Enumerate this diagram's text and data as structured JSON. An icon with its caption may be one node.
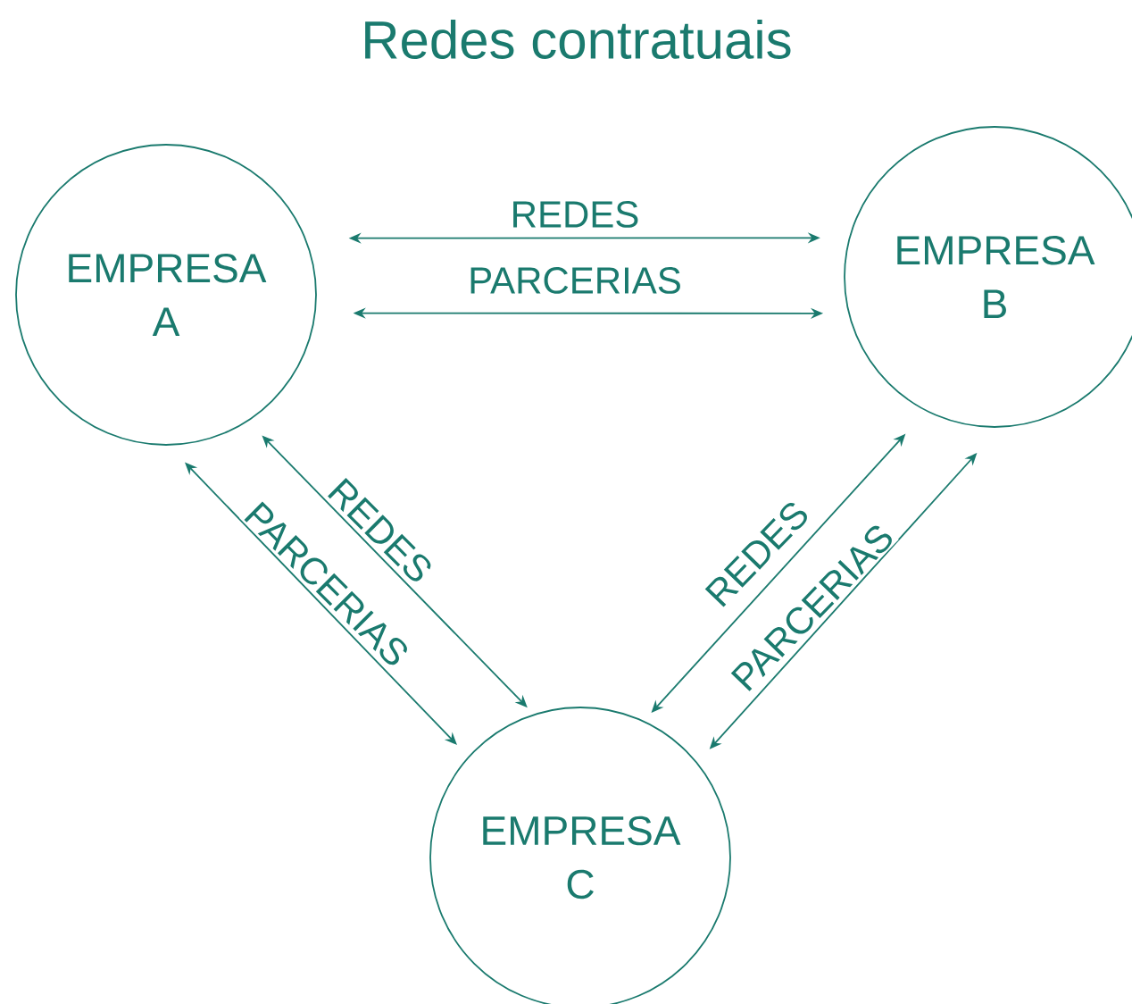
{
  "diagram": {
    "title": "Redes contratuais",
    "nodes": [
      {
        "text": [
          "EMPRESA A"
        ]
      },
      {
        "text": [
          "EMPRESA B"
        ]
      },
      {
        "text": [
          "EMPRESA C"
        ]
      }
    ],
    "edges": [
      {
        "from": 0,
        "to": 1,
        "arrow": "both",
        "label": "REDES"
      },
      {
        "from": 0,
        "to": 1,
        "arrow": "both",
        "label": "PARCERIAS"
      },
      {
        "from": 0,
        "to": 2,
        "arrow": "both",
        "label": "REDES"
      },
      {
        "from": 0,
        "to": 2,
        "arrow": "both",
        "label": "PARCERIAS"
      },
      {
        "from": 1,
        "to": 2,
        "arrow": "both",
        "label": "REDES"
      },
      {
        "from": 1,
        "to": 2,
        "arrow": "both",
        "label": "PARCERIAS"
      }
    ]
  }
}
